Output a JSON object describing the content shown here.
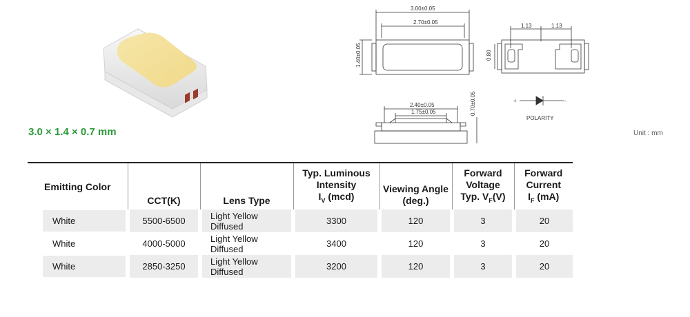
{
  "product": {
    "image_icon": "smd-led-package-image",
    "size_label": "3.0 × 1.4 × 0.7 mm",
    "size_color": "#2e9a3a"
  },
  "drawings": {
    "top_view": {
      "overall_width": "3.00±0.05",
      "lens_width": "2.70±0.05",
      "height": "1.40±0.05"
    },
    "bottom_view": {
      "pad_spacing_left": "1.13",
      "pad_spacing_right": "1.13",
      "pad_height": "0.80"
    },
    "side_view": {
      "outer_width": "2.40±0.05",
      "inner_width": "1.75±0.05",
      "thickness": "0.70±0.05"
    },
    "polarity": {
      "plus": "+",
      "minus": "-",
      "label": "POLARITY"
    }
  },
  "unit_label": "Unit : mm",
  "table": {
    "headers": {
      "emitting_color": "Emitting Color",
      "cct": "CCT(K)",
      "lens_type": "Lens Type",
      "intensity_line1": "Typ. Luminous",
      "intensity_line2": "Intensity",
      "intensity_symbol": "I",
      "intensity_sub": "V",
      "intensity_unit": " (mcd)",
      "viewing_line1": "Viewing Angle",
      "viewing_line2": "(deg.)",
      "voltage_line1": "Forward",
      "voltage_line2": "Voltage",
      "voltage_line3_prefix": "Typ. V",
      "voltage_sub": "F",
      "voltage_unit": "(V)",
      "current_line1": "Forward",
      "current_line2": "Current",
      "current_symbol": "I",
      "current_sub": "F",
      "current_unit": " (mA)"
    },
    "rows": [
      {
        "color": "White",
        "cct": "5500-6500",
        "lens": "Light Yellow Diffused",
        "intensity": "3300",
        "angle": "120",
        "voltage": "3",
        "current": "20"
      },
      {
        "color": "White",
        "cct": "4000-5000",
        "lens": "Light Yellow Diffused",
        "intensity": "3400",
        "angle": "120",
        "voltage": "3",
        "current": "20"
      },
      {
        "color": "White",
        "cct": "2850-3250",
        "lens": "Light Yellow Diffused",
        "intensity": "3200",
        "angle": "120",
        "voltage": "3",
        "current": "20"
      }
    ]
  }
}
